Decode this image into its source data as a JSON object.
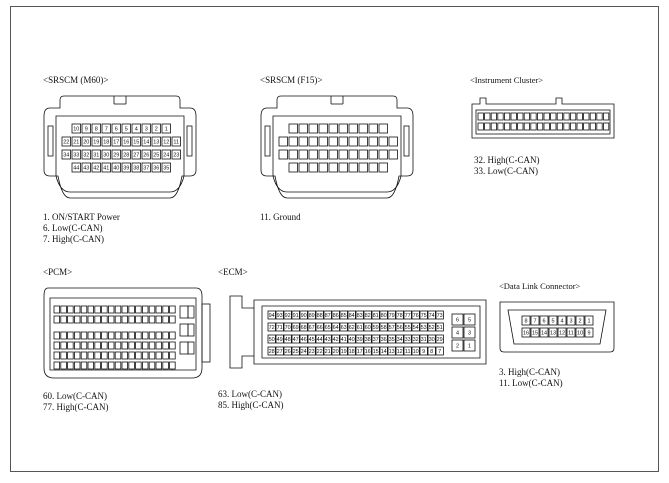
{
  "connectors": [
    {
      "key": "srscm_m60",
      "title": "<SRSCM  (M60)>",
      "pins": [
        "1. ON/START  Power",
        "6. Low(C-CAN)",
        "7. High(C-CAN)"
      ]
    },
    {
      "key": "srscm_f15",
      "title": "<SRSCM  (F15)>",
      "pins": [
        "11. Ground"
      ]
    },
    {
      "key": "cluster",
      "title": "<Instrument Cluster>",
      "pins": [
        "32. High(C-CAN)",
        "33. Low(C-CAN)"
      ]
    },
    {
      "key": "pcm",
      "title": "<PCM>",
      "pins": [
        "60. Low(C-CAN)",
        "77. High(C-CAN)"
      ]
    },
    {
      "key": "ecm",
      "title": "<ECM>",
      "pins": [
        "63. Low(C-CAN)",
        "85.  High(C-CAN)"
      ]
    },
    {
      "key": "dlc",
      "title": "<Data Link Connector>",
      "pins": [
        "3.  High(C-CAN)",
        "11. Low(C-CAN)"
      ]
    }
  ],
  "pin_labels": {
    "srscm_m60": {
      "rows": [
        [
          "10",
          "9",
          "8",
          "7",
          "6",
          "5",
          "4",
          "3",
          "2",
          "1"
        ],
        [
          "22",
          "21",
          "20",
          "19",
          "18",
          "17",
          "16",
          "15",
          "14",
          "13",
          "12",
          "11"
        ],
        [
          "34",
          "33",
          "32",
          "31",
          "30",
          "29",
          "28",
          "27",
          "26",
          "25",
          "24",
          "23"
        ],
        [
          "44",
          "43",
          "42",
          "41",
          "40",
          "39",
          "38",
          "37",
          "36",
          "35"
        ]
      ]
    },
    "ecm": {
      "rows": [
        [
          "94",
          "93",
          "92",
          "91",
          "90",
          "89",
          "88",
          "87",
          "86",
          "85",
          "84",
          "83",
          "82",
          "81",
          "80",
          "79",
          "78",
          "77",
          "76",
          "75",
          "74",
          "73"
        ],
        [
          "72",
          "71",
          "70",
          "69",
          "68",
          "67",
          "66",
          "65",
          "64",
          "63",
          "62",
          "61",
          "60",
          "59",
          "58",
          "57",
          "56",
          "55",
          "54",
          "53",
          "52",
          "51"
        ],
        [
          "50",
          "49",
          "48",
          "47",
          "46",
          "45",
          "44",
          "43",
          "42",
          "41",
          "40",
          "39",
          "38",
          "37",
          "36",
          "35",
          "34",
          "33",
          "32",
          "31",
          "30",
          "29"
        ],
        [
          "28",
          "27",
          "26",
          "25",
          "24",
          "23",
          "22",
          "21",
          "20",
          "19",
          "18",
          "17",
          "16",
          "15",
          "14",
          "13",
          "12",
          "11",
          "10",
          "9",
          "8",
          "7"
        ]
      ],
      "side": [
        [
          "6",
          "5"
        ],
        [
          "4",
          "3"
        ],
        [
          "2",
          "1"
        ]
      ]
    },
    "dlc": {
      "rows": [
        [
          "8",
          "7",
          "6",
          "5",
          "4",
          "3",
          "2",
          "1"
        ],
        [
          "16",
          "15",
          "14",
          "13",
          "12",
          "11",
          "10",
          "9"
        ]
      ]
    }
  }
}
